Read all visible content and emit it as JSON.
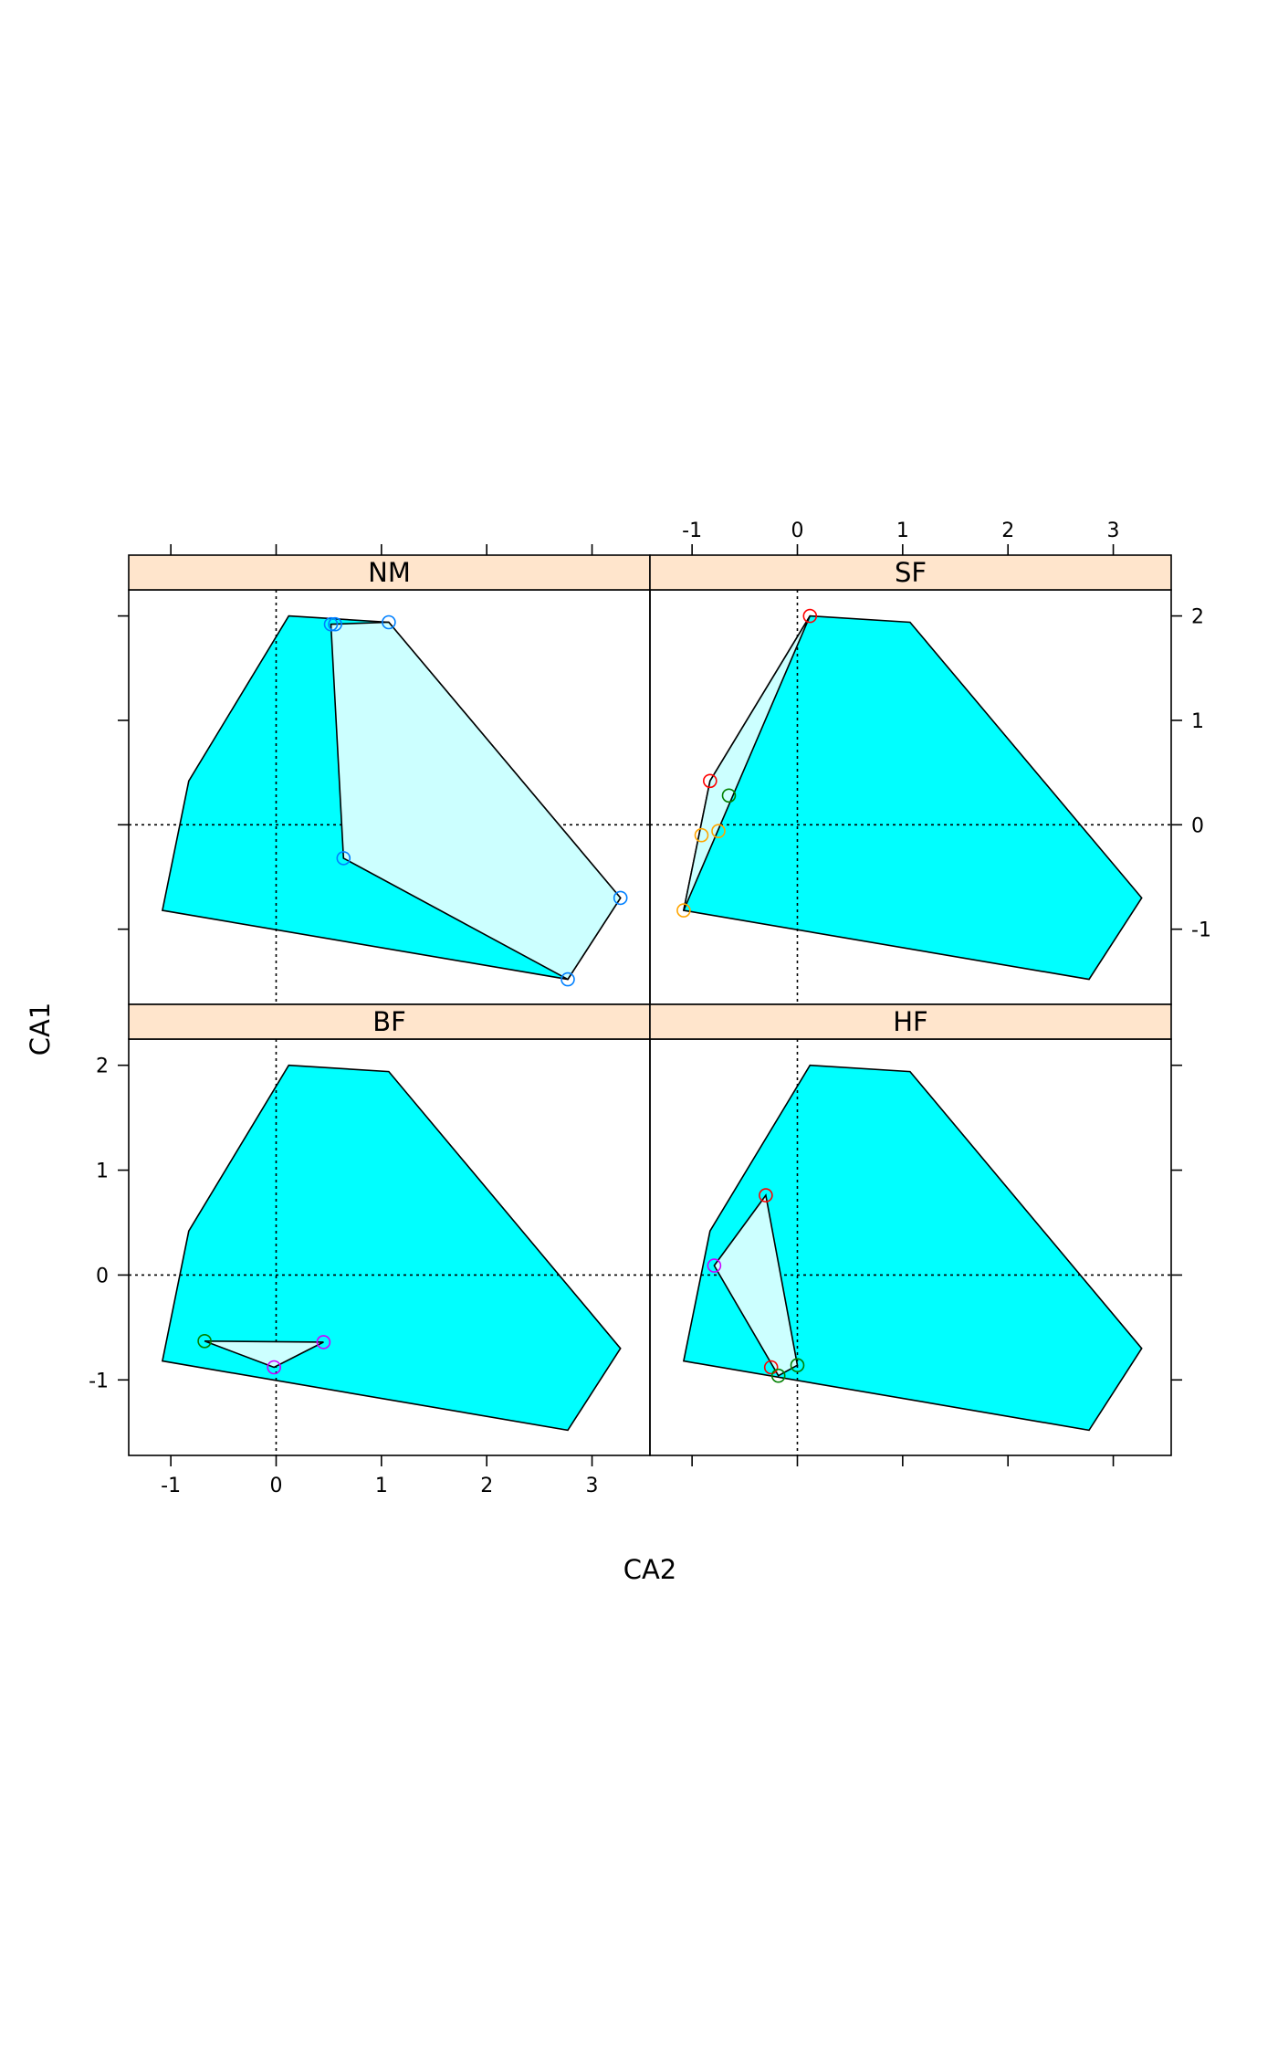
{
  "chart_data": {
    "type": "scatter",
    "xlabel": "CA2",
    "ylabel": "CA1",
    "xlim": [
      -1.4,
      3.55
    ],
    "ylim": [
      -1.72,
      2.25
    ],
    "x_ticks": [
      -1,
      0,
      1,
      2,
      3
    ],
    "y_ticks": [
      -1,
      0,
      1,
      2
    ],
    "reference_lines": {
      "x": 0,
      "y": 0,
      "style": "dotted"
    },
    "colors": {
      "outer_hull_fill": "#00ffff",
      "group_hull_fill": "#ccffff",
      "strip_fill": "#ffe5cc",
      "point_blue": "#0080ff",
      "point_red": "#ff0000",
      "point_green": "#008000",
      "point_orange": "#ffa500",
      "point_magenta": "#cc00ff",
      "reference_line": "#000000"
    },
    "outer_hull": [
      {
        "x": 0.12,
        "y": 2.0
      },
      {
        "x": 1.07,
        "y": 1.94
      },
      {
        "x": 3.27,
        "y": -0.7
      },
      {
        "x": 2.77,
        "y": -1.48
      },
      {
        "x": -1.08,
        "y": -0.82
      },
      {
        "x": -0.83,
        "y": 0.42
      }
    ],
    "panels": [
      {
        "label": "NM",
        "hull": [
          {
            "x": 1.07,
            "y": 1.94
          },
          {
            "x": 3.27,
            "y": -0.7
          },
          {
            "x": 2.77,
            "y": -1.48
          },
          {
            "x": 0.64,
            "y": -0.32
          },
          {
            "x": 0.52,
            "y": 1.92
          }
        ],
        "points": [
          {
            "x": 0.52,
            "y": 1.92,
            "color": "point_blue"
          },
          {
            "x": 0.56,
            "y": 1.92,
            "color": "point_blue"
          },
          {
            "x": 1.07,
            "y": 1.94,
            "color": "point_blue"
          },
          {
            "x": 0.64,
            "y": -0.32,
            "color": "point_blue"
          },
          {
            "x": 3.27,
            "y": -0.7,
            "color": "point_blue"
          },
          {
            "x": 2.77,
            "y": -1.48,
            "color": "point_blue"
          }
        ]
      },
      {
        "label": "SF",
        "hull": [
          {
            "x": 0.12,
            "y": 2.0
          },
          {
            "x": -1.08,
            "y": -0.82
          },
          {
            "x": -0.83,
            "y": 0.42
          }
        ],
        "points": [
          {
            "x": 0.12,
            "y": 2.0,
            "color": "point_red"
          },
          {
            "x": -0.83,
            "y": 0.42,
            "color": "point_red"
          },
          {
            "x": -0.65,
            "y": 0.28,
            "color": "point_green"
          },
          {
            "x": -0.91,
            "y": -0.1,
            "color": "point_orange"
          },
          {
            "x": -0.75,
            "y": -0.06,
            "color": "point_orange"
          },
          {
            "x": -1.08,
            "y": -0.82,
            "color": "point_orange"
          }
        ]
      },
      {
        "label": "BF",
        "hull": [
          {
            "x": -0.68,
            "y": -0.63
          },
          {
            "x": 0.45,
            "y": -0.64
          },
          {
            "x": -0.02,
            "y": -0.88
          }
        ],
        "points": [
          {
            "x": -0.68,
            "y": -0.63,
            "color": "point_green"
          },
          {
            "x": 0.45,
            "y": -0.64,
            "color": "point_magenta"
          },
          {
            "x": -0.02,
            "y": -0.88,
            "color": "point_magenta"
          }
        ]
      },
      {
        "label": "HF",
        "hull": [
          {
            "x": -0.3,
            "y": 0.76
          },
          {
            "x": 0.0,
            "y": -0.86
          },
          {
            "x": -0.18,
            "y": -0.96
          },
          {
            "x": -0.79,
            "y": 0.09
          }
        ],
        "points": [
          {
            "x": -0.3,
            "y": 0.76,
            "color": "point_red"
          },
          {
            "x": -0.79,
            "y": 0.09,
            "color": "point_magenta"
          },
          {
            "x": -0.25,
            "y": -0.88,
            "color": "point_red"
          },
          {
            "x": -0.18,
            "y": -0.96,
            "color": "point_green"
          },
          {
            "x": 0.0,
            "y": -0.86,
            "color": "point_green"
          }
        ]
      }
    ]
  }
}
